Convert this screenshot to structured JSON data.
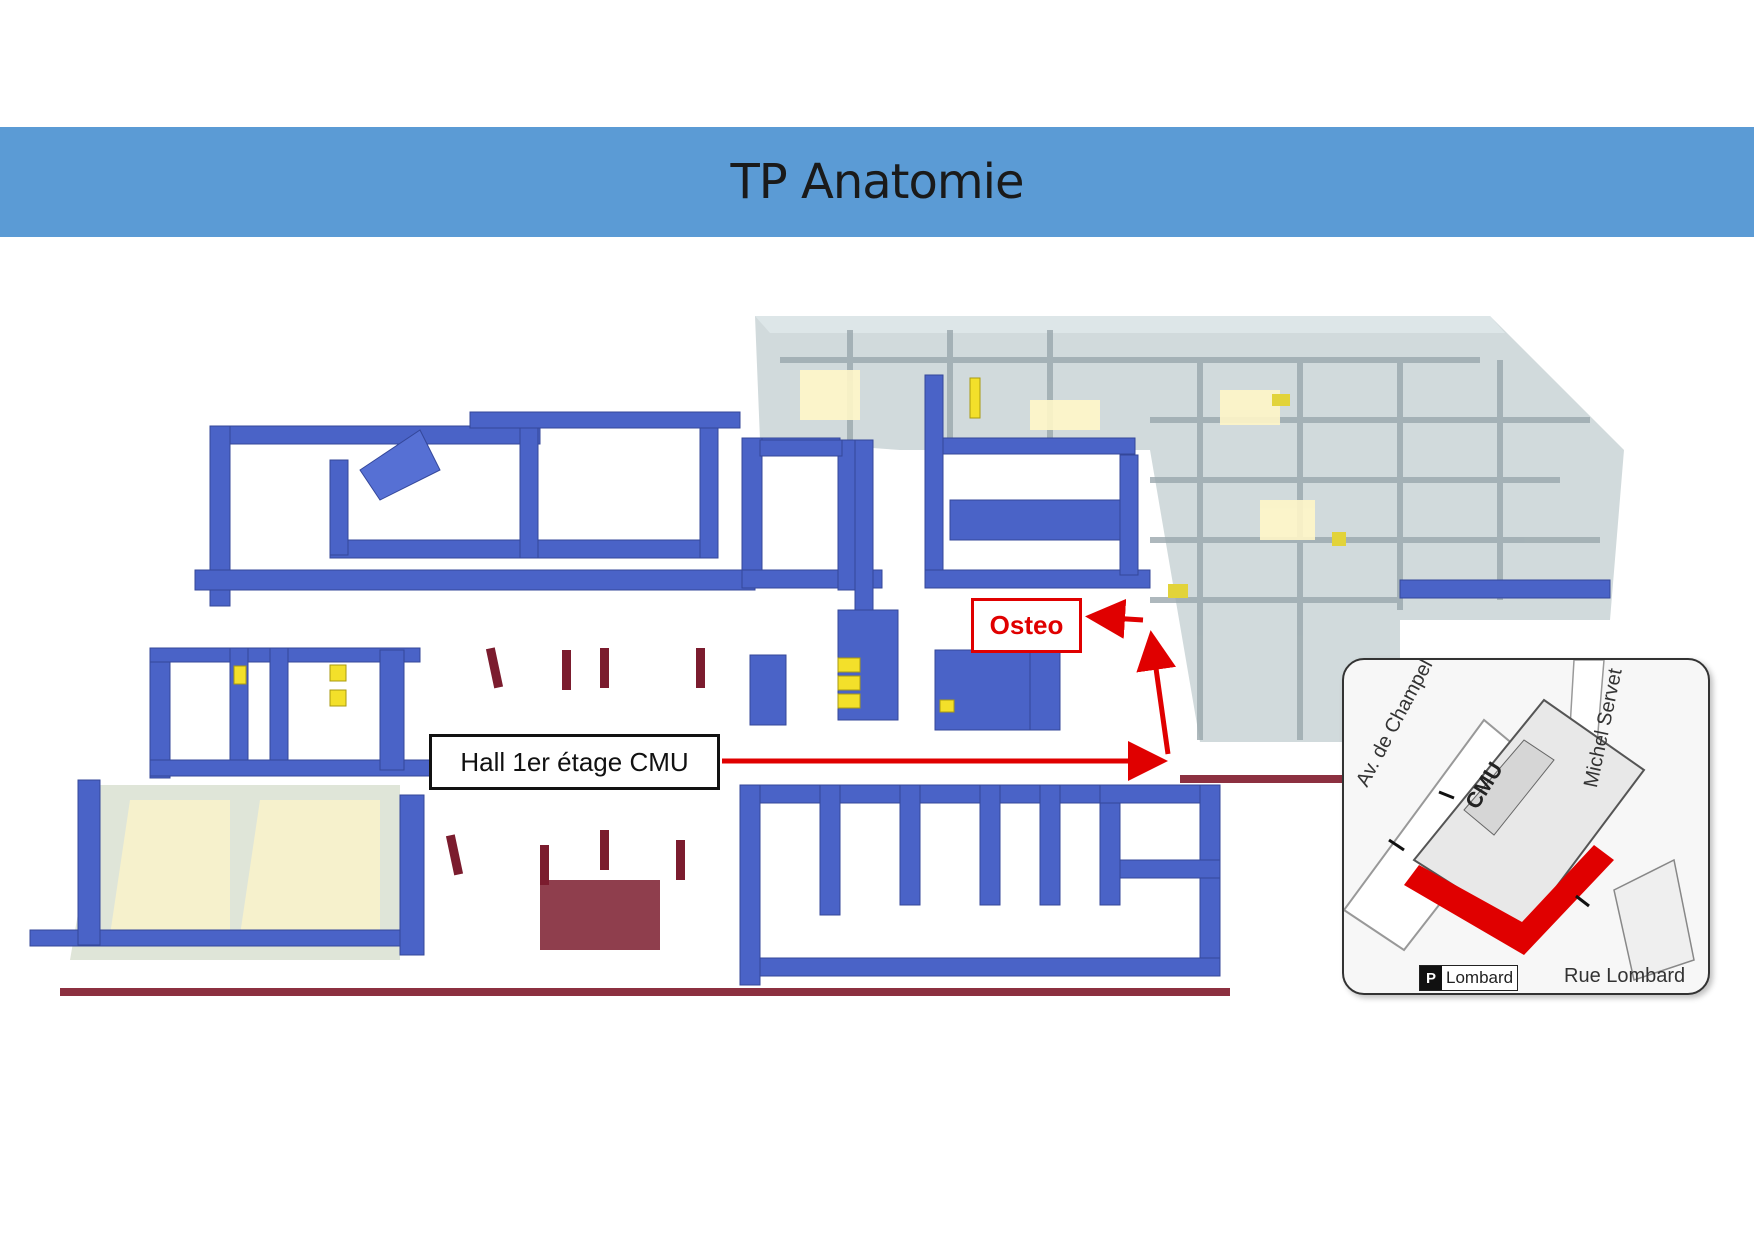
{
  "header": {
    "title": "TP Anatomie",
    "bar_color": "#5b9bd5"
  },
  "map": {
    "route_color": "#e00000",
    "wall_color": "#4a63c7",
    "start_label": "Hall 1er étage CMU",
    "destination_label": "Osteo"
  },
  "inset": {
    "building": "CMU",
    "streets": [
      "Av. de Champel",
      "Michel Servet",
      "Rue Lombard"
    ],
    "parking": {
      "icon": "P",
      "label": "Lombard"
    }
  }
}
